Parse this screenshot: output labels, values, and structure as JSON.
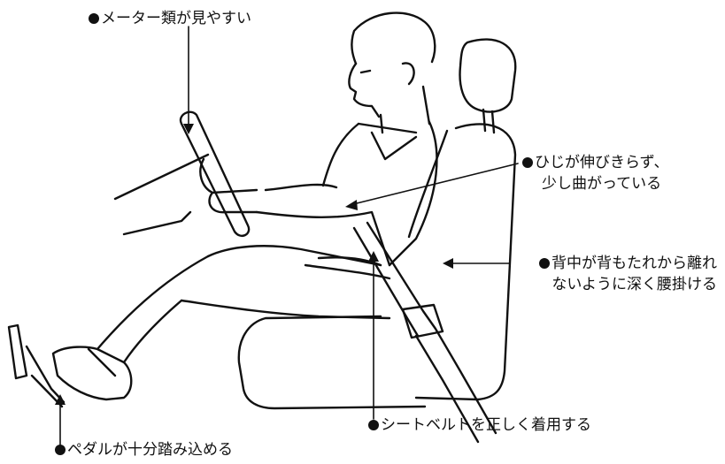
{
  "colors": {
    "ink": "#111111",
    "paper": "#ffffff"
  },
  "callouts": {
    "meters": {
      "text": "メーター類が見やすい"
    },
    "elbow": {
      "line1": "ひじが伸びきらず、",
      "line2": "少し曲がっている"
    },
    "back": {
      "line1": "背中が背もたれから離れ",
      "line2": "ないように深く腰掛ける"
    },
    "seatbelt": {
      "text": "シートベルトを正しく着用する"
    },
    "pedal": {
      "text": "ペダルが十分踏み込める"
    }
  }
}
